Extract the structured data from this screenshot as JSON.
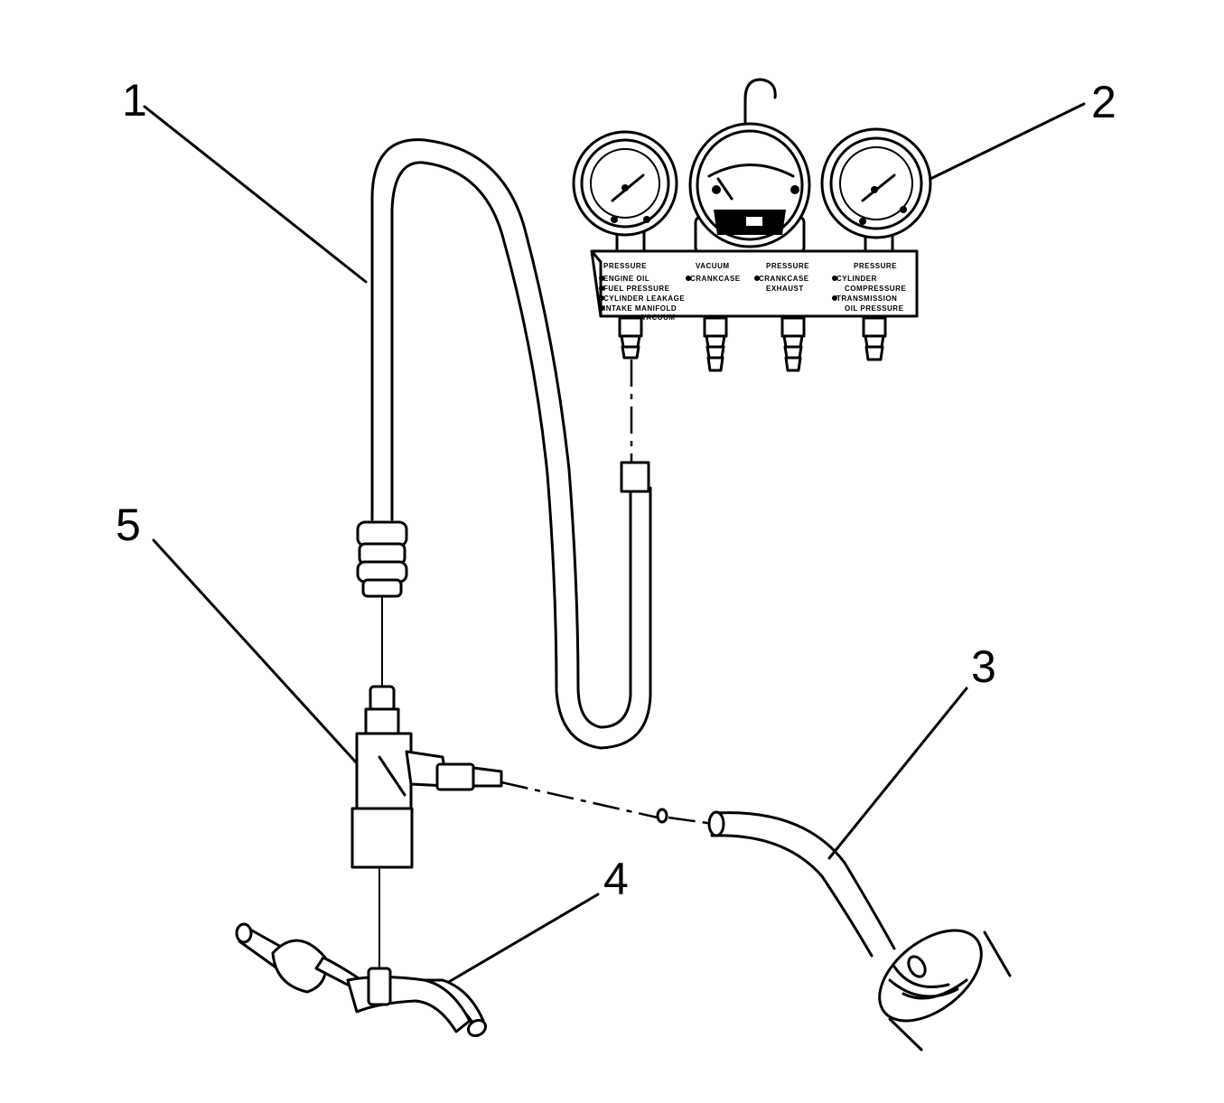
{
  "callouts": [
    {
      "id": "1",
      "label": "1"
    },
    {
      "id": "2",
      "label": "2"
    },
    {
      "id": "3",
      "label": "3"
    },
    {
      "id": "4",
      "label": "4"
    },
    {
      "id": "5",
      "label": "5"
    }
  ],
  "panel": {
    "col1_header": "PRESSURE",
    "col1_items": [
      "ENGINE OIL",
      "FUEL PRESSURE",
      "CYLINDER LEAKAGE",
      "INTAKE MANIFOLD",
      "VACUUM"
    ],
    "col2_header": "VACUUM",
    "col2_items": [
      "CRANKCASE"
    ],
    "col3_header": "PRESSURE",
    "col3_items": [
      "CRANKCASE",
      "EXHAUST"
    ],
    "col4_header": "PRESSURE",
    "col4_items": [
      "CYLINDER",
      "COMPRESSURE",
      "TRANSMISSION",
      "OIL PRESSURE"
    ]
  }
}
